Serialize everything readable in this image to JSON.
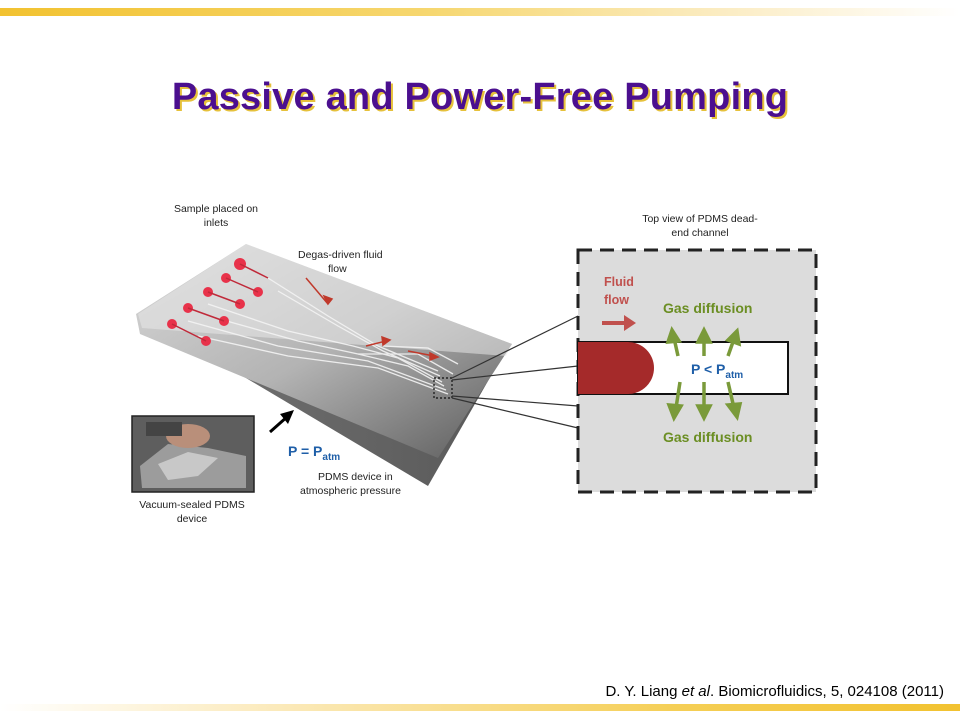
{
  "slide": {
    "title": "Passive and Power-Free Pumping",
    "citation": {
      "authors": "D. Y. Liang ",
      "etal": "et al",
      "rest": ". Biomicrofluidics, 5, 024108 (2011)"
    }
  },
  "figure": {
    "labels": {
      "sample_line1": "Sample placed on",
      "sample_line2": "inlets",
      "degas_line1": "Degas-driven fluid",
      "degas_line2": "flow",
      "topview_line1": "Top view of PDMS dead-",
      "topview_line2": "end channel",
      "fluid_flow_line1": "Fluid",
      "fluid_flow_line2": "flow",
      "gas_diffusion_top": "Gas diffusion",
      "gas_diffusion_bottom": "Gas diffusion",
      "p_less": "P < P",
      "p_less_sub": "atm",
      "p_equal": "P = P",
      "p_equal_sub": "atm",
      "pdms_line1": "PDMS device in",
      "pdms_line2": "atmospheric pressure",
      "vacuum_line1": "Vacuum-sealed PDMS",
      "vacuum_line2": "device"
    },
    "colors": {
      "fluid": "#a52a2a",
      "gas_arrow": "#7a9a3a",
      "gas_text": "#6b8e23",
      "label_blue": "#1f5fa8",
      "inlet_red": "#e8324a"
    }
  }
}
